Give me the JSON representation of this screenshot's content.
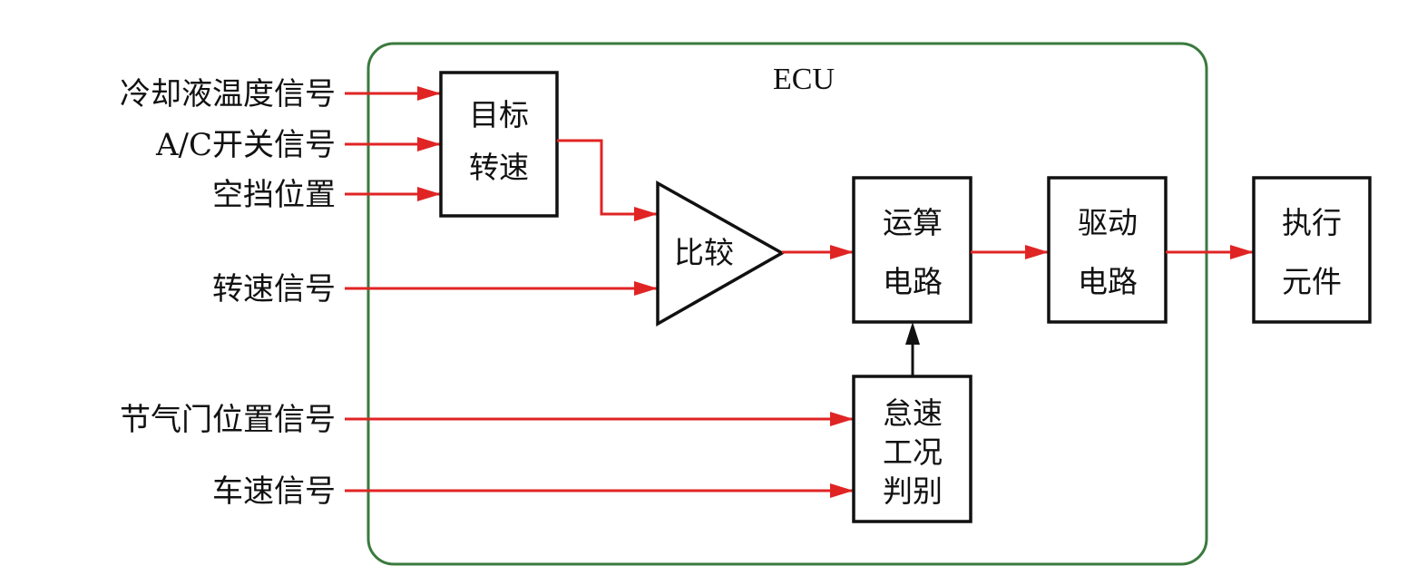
{
  "ecu": {
    "label": "ECU",
    "border_color": "#3a7a3e"
  },
  "inputs": [
    {
      "id": "coolant",
      "label": "冷却液温度信号"
    },
    {
      "id": "ac",
      "label": "A/C开关信号"
    },
    {
      "id": "neutral",
      "label": "空挡位置"
    },
    {
      "id": "rpm",
      "label": "转速信号"
    },
    {
      "id": "throttle",
      "label": "节气门位置信号"
    },
    {
      "id": "speed",
      "label": "车速信号"
    }
  ],
  "blocks": {
    "target": {
      "lines": [
        "目标",
        "转速"
      ]
    },
    "compare": {
      "lines": [
        "比较"
      ]
    },
    "compute": {
      "lines": [
        "运算",
        "电路"
      ]
    },
    "drive": {
      "lines": [
        "驱动",
        "电路"
      ]
    },
    "actuator": {
      "lines": [
        "执行",
        "元件"
      ]
    },
    "idle": {
      "lines": [
        "怠速",
        "工况",
        "判别"
      ]
    }
  },
  "colors": {
    "signal": "#e02424",
    "block_border": "#111111"
  }
}
